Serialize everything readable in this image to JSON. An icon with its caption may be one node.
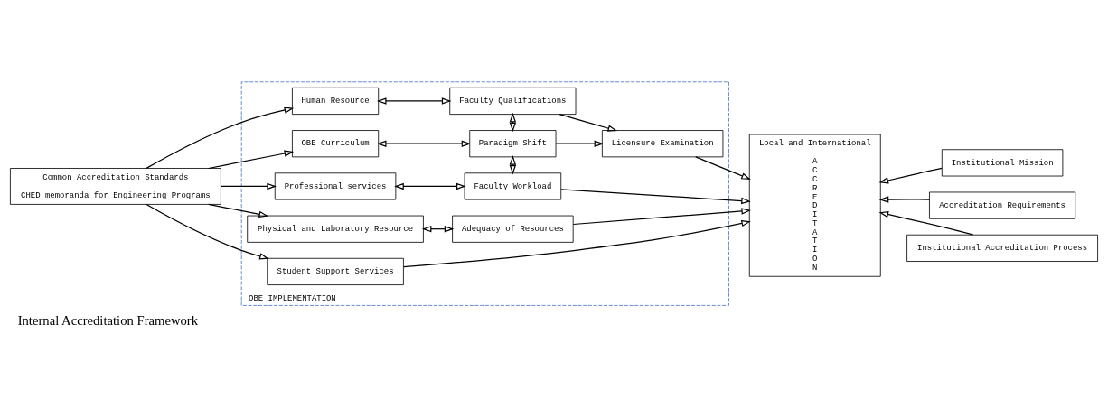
{
  "diagram": {
    "caption": "Internal Accreditation Framework",
    "nodes": [
      {
        "text": [
          "Common Accreditation Standards",
          "CHED memoranda for Engineering Programs"
        ]
      },
      {
        "text": [
          "OBE IMPLEMENTATION"
        ]
      },
      {
        "text": [
          "Professional services"
        ],
        "in": 1
      },
      {
        "text": [
          "Faculty Workload"
        ],
        "in": 1
      },
      {
        "text": [
          "OBE Curriculum"
        ],
        "in": 1
      },
      {
        "text": [
          "Paradigm Shift"
        ],
        "in": 1
      },
      {
        "text": [
          "Licensure Examination"
        ],
        "in": 1
      },
      {
        "text": [
          "Human Resource"
        ],
        "in": 1
      },
      {
        "text": [
          "Faculty Qualifications"
        ],
        "in": 1
      },
      {
        "text": [
          "Physical and Laboratory Resource"
        ],
        "in": 1
      },
      {
        "text": [
          "Adequacy of Resources"
        ],
        "in": 1
      },
      {
        "text": [
          "Student Support Services"
        ],
        "in": 1
      },
      {
        "text": [
          "Local and International",
          "A C C R E D I T A T I O N"
        ]
      },
      {
        "text": [
          "Institutional Mission"
        ]
      },
      {
        "text": [
          "Accreditation Requirements"
        ]
      },
      {
        "text": [
          "Institutional Accreditation Process"
        ]
      }
    ],
    "edges": [
      {
        "from": 0,
        "to": 2,
        "arrow": "to"
      },
      {
        "from": 0,
        "to": 4,
        "arrow": "to"
      },
      {
        "from": 0,
        "to": 7,
        "arrow": "to"
      },
      {
        "from": 0,
        "to": 9,
        "arrow": "to"
      },
      {
        "from": 0,
        "to": 11,
        "arrow": "to"
      },
      {
        "from": 2,
        "to": 3,
        "arrow": "both"
      },
      {
        "from": 4,
        "to": 5,
        "arrow": "both"
      },
      {
        "from": 7,
        "to": 8,
        "arrow": "both"
      },
      {
        "from": 9,
        "to": 10,
        "arrow": "both"
      },
      {
        "from": 3,
        "to": 5,
        "arrow": "both",
        "style": "dashed"
      },
      {
        "from": 5,
        "to": 8,
        "arrow": "both",
        "style": "dashed"
      },
      {
        "from": 3,
        "to": 12,
        "arrow": "to"
      },
      {
        "from": 5,
        "to": 6,
        "arrow": "to"
      },
      {
        "from": 8,
        "to": 6,
        "arrow": "to"
      },
      {
        "from": 6,
        "to": 12,
        "arrow": "to"
      },
      {
        "from": 10,
        "to": 12,
        "arrow": "to"
      },
      {
        "from": 11,
        "to": 12,
        "arrow": "to"
      },
      {
        "from": 13,
        "to": 12,
        "arrow": "to"
      },
      {
        "from": 14,
        "to": 12,
        "arrow": "to"
      },
      {
        "from": 15,
        "to": 12,
        "arrow": "to"
      }
    ]
  }
}
